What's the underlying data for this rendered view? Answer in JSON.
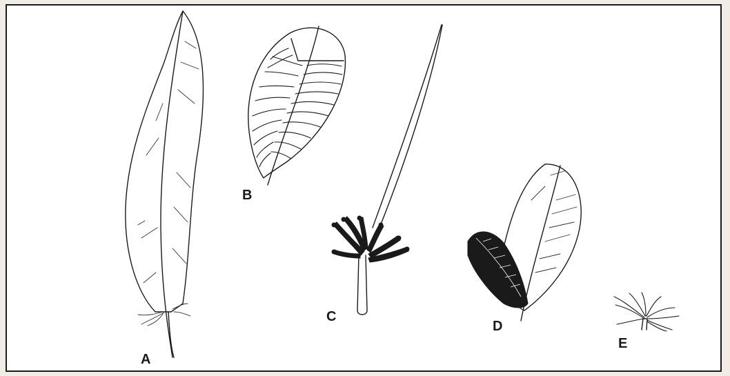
{
  "labels": {
    "a": "A",
    "b": "B",
    "c": "C",
    "d": "D",
    "e": "E"
  },
  "colors": {
    "ink": "#1a1a1a",
    "paper": "#ffffff",
    "background": "#f2ece6"
  }
}
